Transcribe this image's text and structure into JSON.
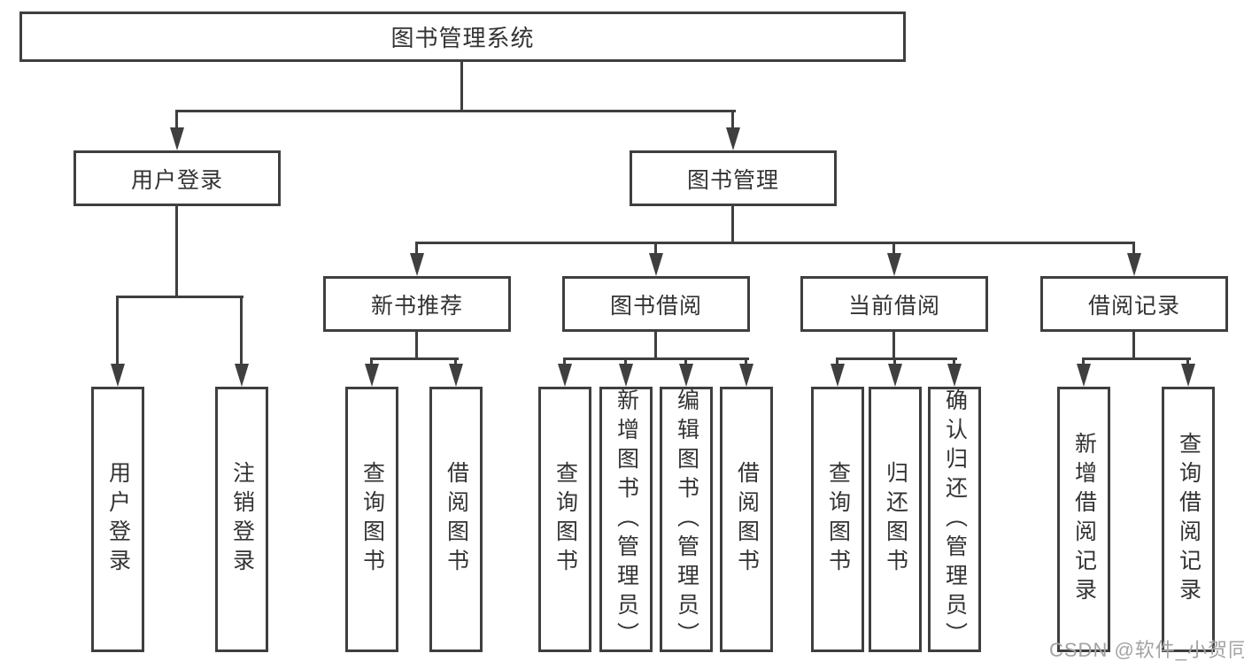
{
  "diagram": {
    "root_label": "图书管理系统",
    "level2": {
      "user_login": "用户登录",
      "book_mgmt": "图书管理"
    },
    "level3": {
      "new_book": "新书推荐",
      "book_borrow": "图书借阅",
      "current_borrow": "当前借阅",
      "borrow_records": "借阅记录"
    },
    "leaves": {
      "user_login": [
        "用户登录",
        "注销登录"
      ],
      "new_book": [
        "查询图书",
        "借阅图书"
      ],
      "book_borrow": [
        "查询图书",
        "新增图书（管理员）",
        "编辑图书（管理员）",
        "借阅图书"
      ],
      "current_borrow": [
        "查询图书",
        "归还图书",
        "确认归还（管理员）"
      ],
      "borrow_records": [
        "新增借阅记录",
        "查询借阅记录"
      ]
    }
  },
  "watermark": {
    "text": "CSDN @软件_小贺同学"
  },
  "colors": {
    "line": "#3f3f3f",
    "box_border": "#3f3f3f",
    "text": "#333333",
    "background": "#ffffff",
    "watermark": "#a3a3a3"
  }
}
